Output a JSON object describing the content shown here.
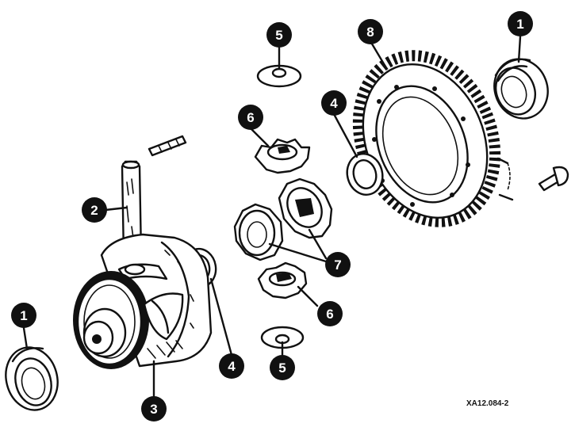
{
  "callouts": [
    {
      "id": "c1a",
      "label": "1"
    },
    {
      "id": "c1b",
      "label": "1"
    },
    {
      "id": "c2",
      "label": "2"
    },
    {
      "id": "c3",
      "label": "3"
    },
    {
      "id": "c4a",
      "label": "4"
    },
    {
      "id": "c4b",
      "label": "4"
    },
    {
      "id": "c5a",
      "label": "5"
    },
    {
      "id": "c5b",
      "label": "5"
    },
    {
      "id": "c6a",
      "label": "6"
    },
    {
      "id": "c6b",
      "label": "6"
    },
    {
      "id": "c7",
      "label": "7"
    },
    {
      "id": "c8",
      "label": "8"
    }
  ],
  "reference_code": "XA12.084-2"
}
